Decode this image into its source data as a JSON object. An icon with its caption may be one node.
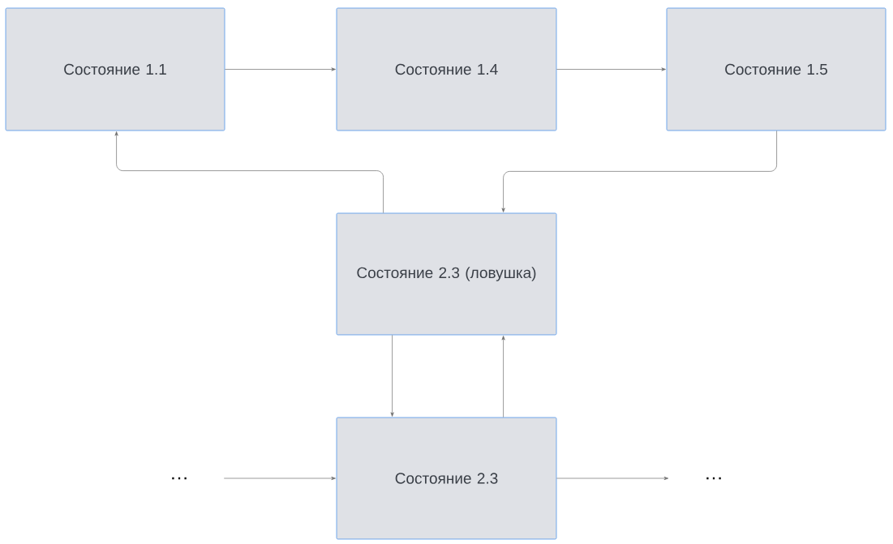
{
  "diagram": {
    "nodes": [
      {
        "text": [
          "Состояние 1.1"
        ]
      },
      {
        "text": [
          "Состояние 1.4"
        ]
      },
      {
        "text": [
          "Состояние 1.5"
        ]
      },
      {
        "text": [
          "Состояние 2.3 (ловушка)"
        ]
      },
      {
        "text": [
          "…"
        ]
      },
      {
        "text": [
          "Состояние 2.3"
        ]
      },
      {
        "text": [
          "…"
        ]
      }
    ],
    "edges": [
      {
        "from": 0,
        "to": 1,
        "arrow": "to"
      },
      {
        "from": 1,
        "to": 2,
        "arrow": "to"
      },
      {
        "from": 3,
        "to": 0,
        "arrow": "to"
      },
      {
        "from": 2,
        "to": 3,
        "arrow": "to"
      },
      {
        "from": 3,
        "to": 5,
        "arrow": "to"
      },
      {
        "from": 5,
        "to": 3,
        "arrow": "to"
      },
      {
        "from": 4,
        "to": 5,
        "arrow": "to"
      },
      {
        "from": 5,
        "to": 6,
        "arrow": "to"
      }
    ]
  }
}
